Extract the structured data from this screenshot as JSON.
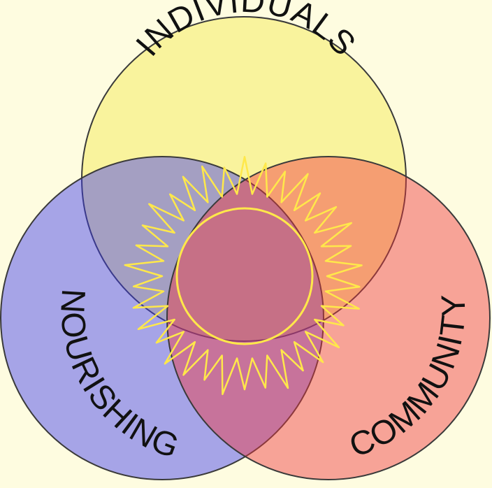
{
  "diagram": {
    "circles": [
      {
        "id": "individuals",
        "label": "INDIVIDUALS",
        "color": "#f3e84c"
      },
      {
        "id": "nourishing",
        "label": "NOURISHING",
        "color": "#3b3af0"
      },
      {
        "id": "community",
        "label": "COMMUNITY",
        "color": "#f0383f"
      }
    ],
    "circle_stroke": "#3a3a3a",
    "center_symbol": "sun-icon",
    "sun_color": "#ffe84a",
    "background": "#fefce0"
  }
}
